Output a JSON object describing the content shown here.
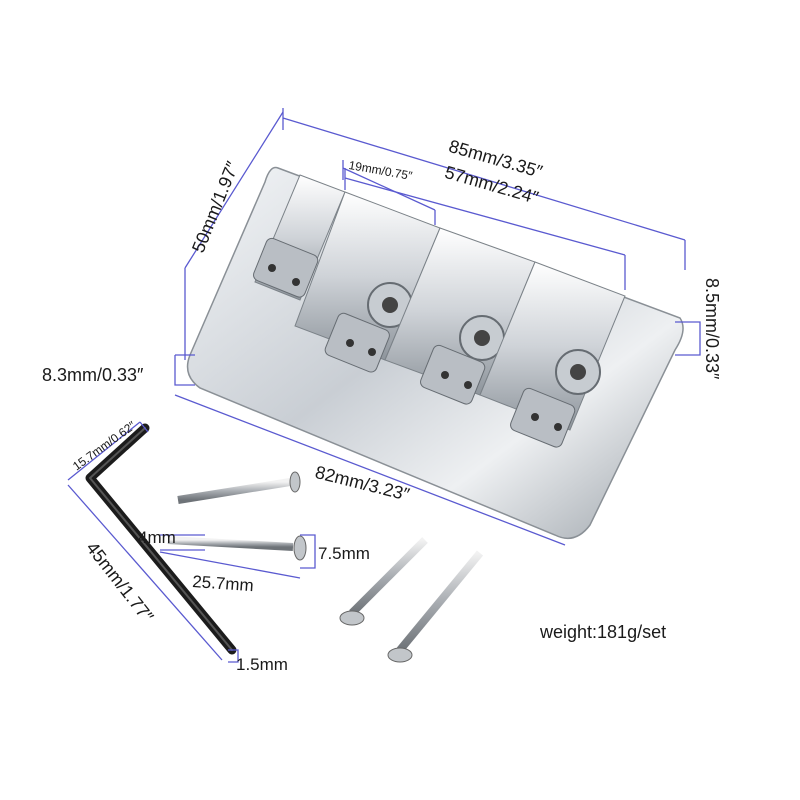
{
  "dimensions": {
    "overall_length": "85mm/3.35″",
    "string_spacing": "57mm/2.24″",
    "saddle_width": "19mm/0.75″",
    "depth": "50mm/1.97″",
    "front_height": "8.5mm/0.33″",
    "rear_height": "8.3mm/0.33″",
    "base_length": "82mm/3.23″",
    "key_short_arm": "15.7mm/0.62″",
    "key_long_arm": "45mm/1.77″",
    "key_size": "1.5mm",
    "screw_head": "7.5mm",
    "screw_shank": "4mm",
    "screw_length": "25.7mm"
  },
  "weight": "weight:181g/set",
  "colors": {
    "dimension_line": "#5a5ad0",
    "chrome": "#d8dce0",
    "key": "#1c1c1c"
  }
}
